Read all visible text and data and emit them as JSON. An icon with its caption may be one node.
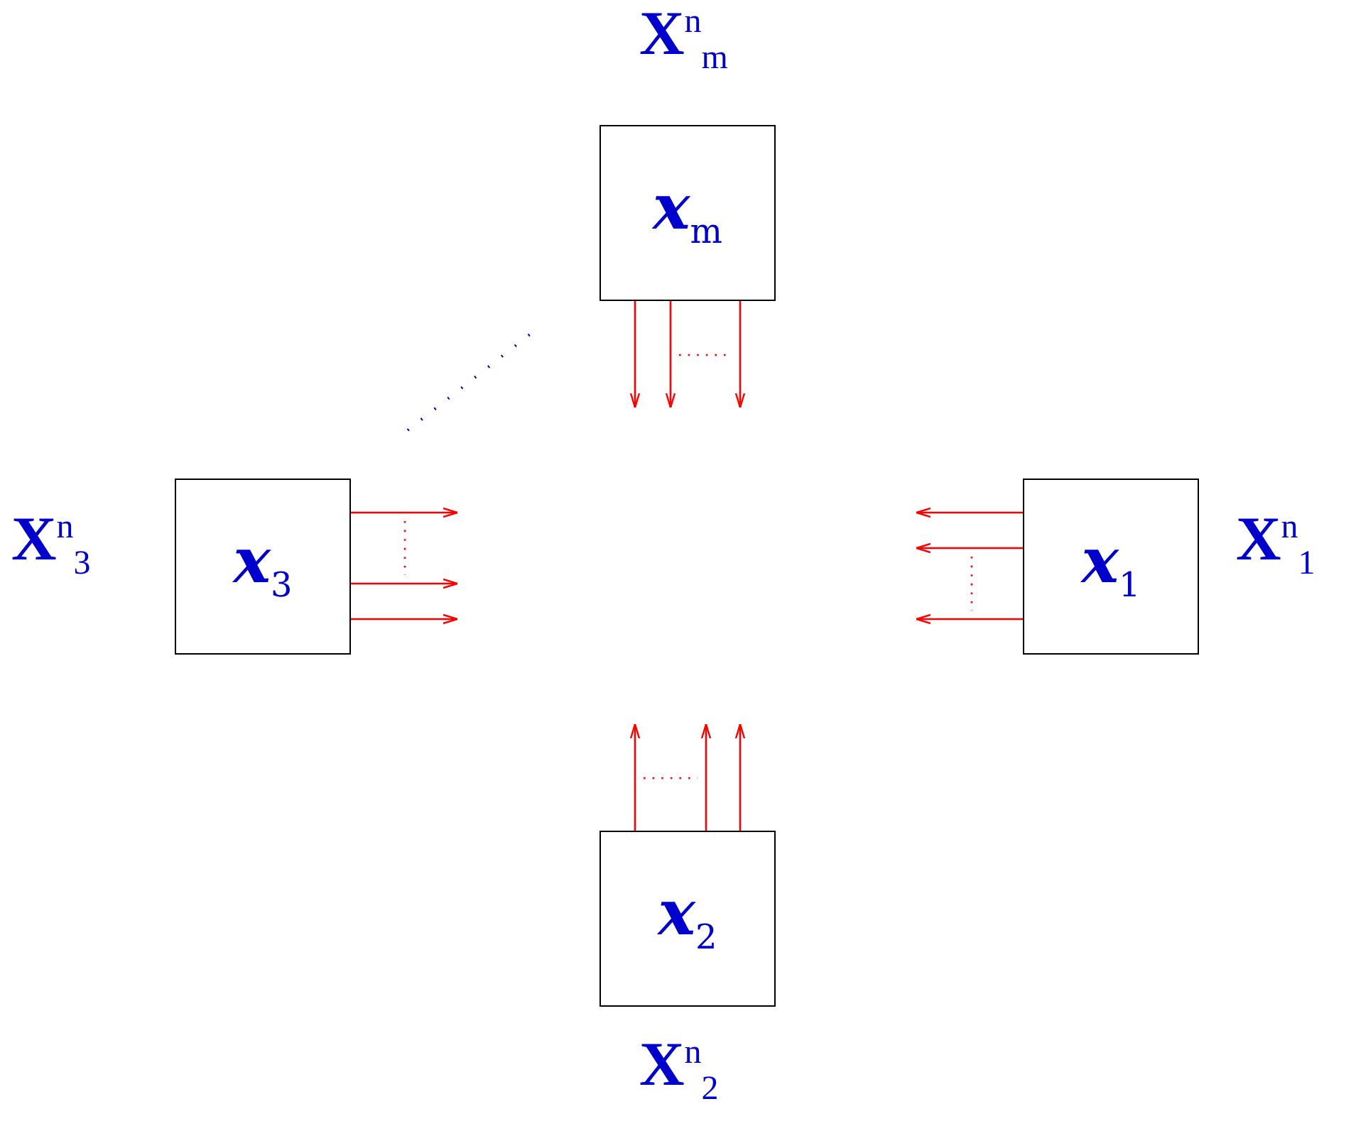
{
  "diagram": {
    "nodes": [
      {
        "text": [
          "x$_{m}$"
        ],
        "beside": [
          "X$^{n}$$_{m}$"
        ]
      },
      {
        "text": [
          "x$_{1}$"
        ],
        "beside": [
          "X$^{n}$$_{1}$"
        ]
      },
      {
        "text": [
          "x$_{2}$"
        ],
        "beside": [
          "X$^{n}$$_{2}$"
        ]
      },
      {
        "text": [
          "x$_{3}$"
        ],
        "beside": [
          "X$^{n}$$_{3}$"
        ]
      }
    ],
    "edges": [
      {
        "from": 0,
        "to": null,
        "arrow": "to"
      },
      {
        "from": 0,
        "to": null,
        "arrow": "to"
      },
      {
        "from": 0,
        "to": null,
        "arrow": "to"
      },
      {
        "from": 1,
        "to": null,
        "arrow": "to"
      },
      {
        "from": 1,
        "to": null,
        "arrow": "to"
      },
      {
        "from": 1,
        "to": null,
        "arrow": "to"
      },
      {
        "from": 2,
        "to": null,
        "arrow": "to"
      },
      {
        "from": 2,
        "to": null,
        "arrow": "to"
      },
      {
        "from": 2,
        "to": null,
        "arrow": "to"
      },
      {
        "from": 3,
        "to": null,
        "arrow": "to"
      },
      {
        "from": 3,
        "to": null,
        "arrow": "to"
      },
      {
        "from": 3,
        "to": null,
        "arrow": "to"
      }
    ]
  }
}
